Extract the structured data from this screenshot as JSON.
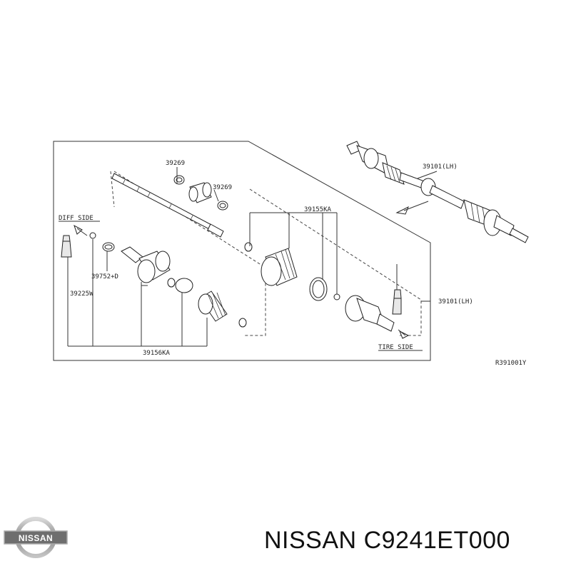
{
  "diagram": {
    "labels": {
      "diff_side": "DIFF SIDE",
      "tire_side": "TIRE SIDE",
      "p39269_a": "39269",
      "p39269_b": "39269",
      "p39155ka": "39155KA",
      "p39101lh_top": "39101(LH)",
      "p39101lh_right": "39101(LH)",
      "p39752d": "39752+D",
      "p39225w": "39225W",
      "p39156ka": "39156KA",
      "ref_code": "R391001Y"
    }
  },
  "footer": {
    "brand_logo_text": "NISSAN",
    "brand": "NISSAN",
    "part_number": "C9241ET000"
  }
}
